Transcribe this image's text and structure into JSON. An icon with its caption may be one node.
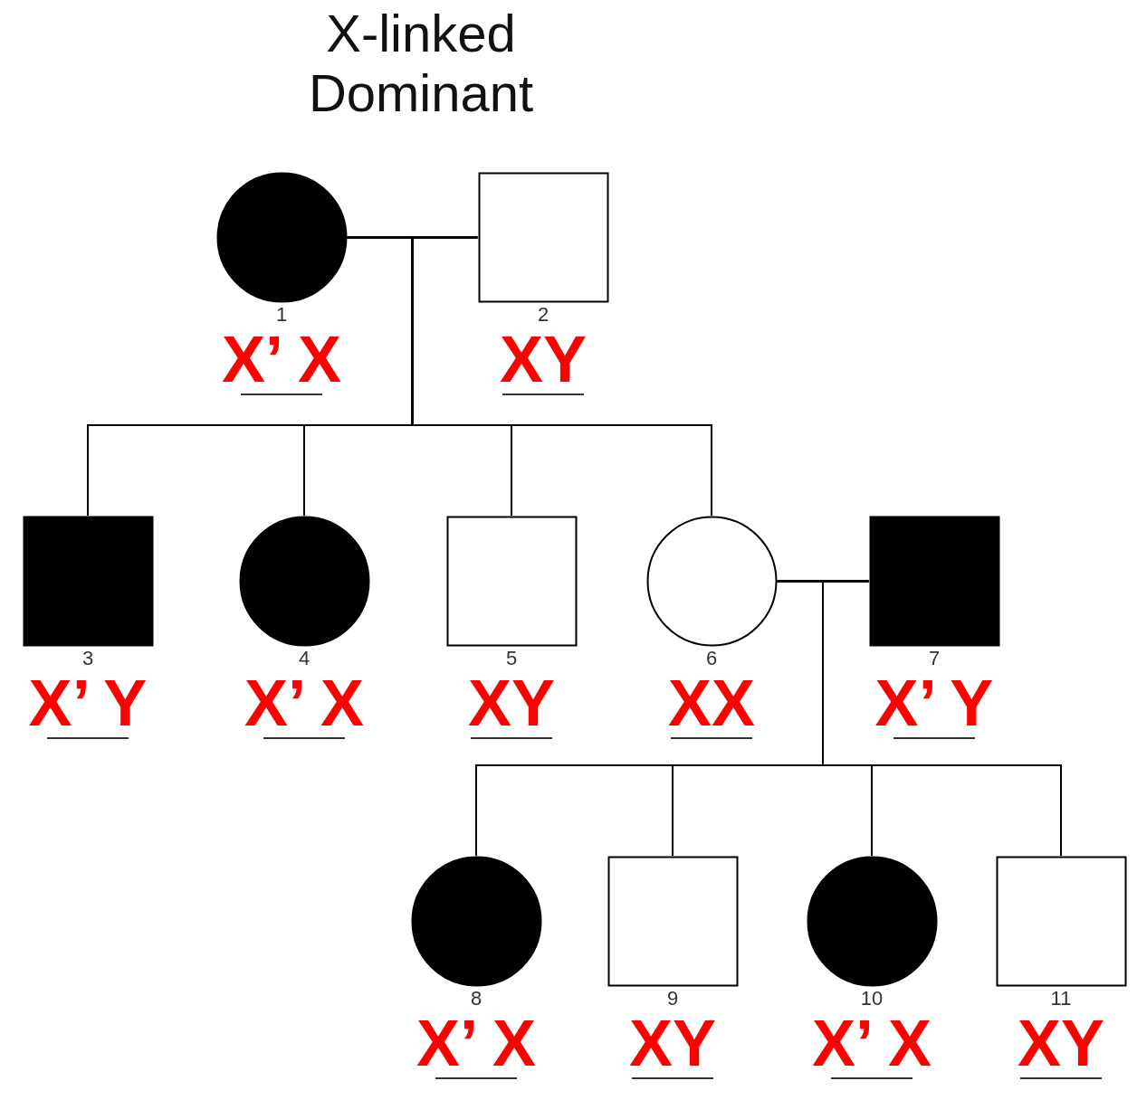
{
  "diagram": {
    "title": "X-linked Dominant",
    "nodes": [
      {
        "text": [
          "1",
          "X’ X"
        ]
      },
      {
        "text": [
          "2",
          "XY"
        ]
      },
      {
        "text": [
          "3",
          "X’ Y"
        ]
      },
      {
        "text": [
          "4",
          "X’ X"
        ]
      },
      {
        "text": [
          "5",
          "XY"
        ]
      },
      {
        "text": [
          "6",
          "XX"
        ]
      },
      {
        "text": [
          "7",
          "X’ Y"
        ]
      },
      {
        "text": [
          "8",
          "X’ X"
        ]
      },
      {
        "text": [
          "9",
          "XY"
        ]
      },
      {
        "text": [
          "10",
          "X’ X"
        ]
      },
      {
        "text": [
          "11",
          "XY"
        ]
      }
    ],
    "edges": [
      {
        "from": 0,
        "to": 1,
        "arrow": "none"
      },
      {
        "from": 0,
        "to": 2,
        "arrow": "none"
      },
      {
        "from": 1,
        "to": 2,
        "arrow": "none"
      },
      {
        "from": 0,
        "to": 3,
        "arrow": "none"
      },
      {
        "from": 1,
        "to": 3,
        "arrow": "none"
      },
      {
        "from": 0,
        "to": 4,
        "arrow": "none"
      },
      {
        "from": 1,
        "to": 4,
        "arrow": "none"
      },
      {
        "from": 0,
        "to": 5,
        "arrow": "none"
      },
      {
        "from": 1,
        "to": 5,
        "arrow": "none"
      },
      {
        "from": 5,
        "to": 6,
        "arrow": "none"
      },
      {
        "from": 5,
        "to": 7,
        "arrow": "none"
      },
      {
        "from": 6,
        "to": 7,
        "arrow": "none"
      },
      {
        "from": 5,
        "to": 8,
        "arrow": "none"
      },
      {
        "from": 6,
        "to": 8,
        "arrow": "none"
      },
      {
        "from": 5,
        "to": 9,
        "arrow": "none"
      },
      {
        "from": 6,
        "to": 9,
        "arrow": "none"
      },
      {
        "from": 5,
        "to": 10,
        "arrow": "none"
      },
      {
        "from": 6,
        "to": 10,
        "arrow": "none"
      }
    ]
  }
}
